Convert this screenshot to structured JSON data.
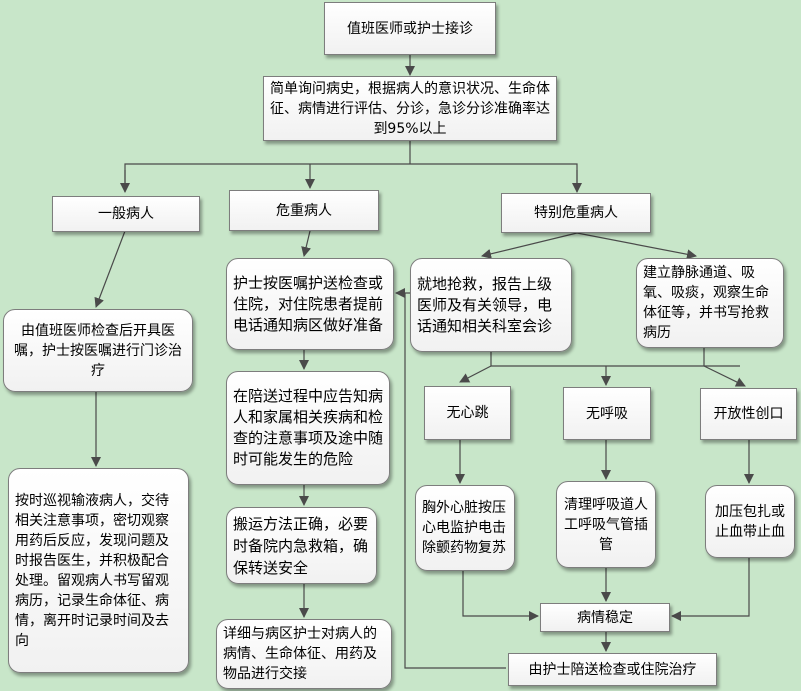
{
  "nodes": {
    "start": "值班医师或护士接诊",
    "triage": "简单询问病史，根据病人的意识状况、生命体征、病情进行评估、分诊，急诊分诊准确率达到95%以上",
    "general": "一般病人",
    "critical": "危重病人",
    "special": "特别危重病人",
    "general_step1": "由值班医师检查后开具医嘱，护士按医嘱进行门诊治疗",
    "general_step2": "按时巡视输液病人，交待相关注意事项，密切观察用药后反应，发现问题及时报告医生，并积极配合处理。留观病人书写留观病历，记录生命体征、病情，离开时记录时间及去向",
    "critical_step1": "护士按医嘱护送检查或住院，对住院患者提前电话通知病区做好准备",
    "critical_step2": "在陪送过程中应告知病人和家属相关疾病和检查的注意事项及途中随时可能发生的危险",
    "critical_step3": "搬运方法正确，必要时备院内急救箱，确保转送安全",
    "critical_step4": "详细与病区护士对病人的病情、生命体征、用药及物品进行交接",
    "special_rescue": "就地抢救，报告上级医师及有关领导，电话通知相关科室会诊",
    "special_iv": "建立静脉通道、吸氧、吸痰，观察生命体征等，并书写抢救病历",
    "no_heartbeat": "无心跳",
    "no_breathing": "无呼吸",
    "open_wound": "开放性创口",
    "cpr": "胸外心脏按压心电监护电击除颤药物复苏",
    "airway": "清理呼吸道人工呼吸气管插管",
    "bandage": "加压包扎或止血带止血",
    "stable": "病情稳定",
    "escort": "由护士陪送检查或住院治疗"
  },
  "colors": {
    "background": "#c8e6c9",
    "line": "#4a4a4a"
  }
}
